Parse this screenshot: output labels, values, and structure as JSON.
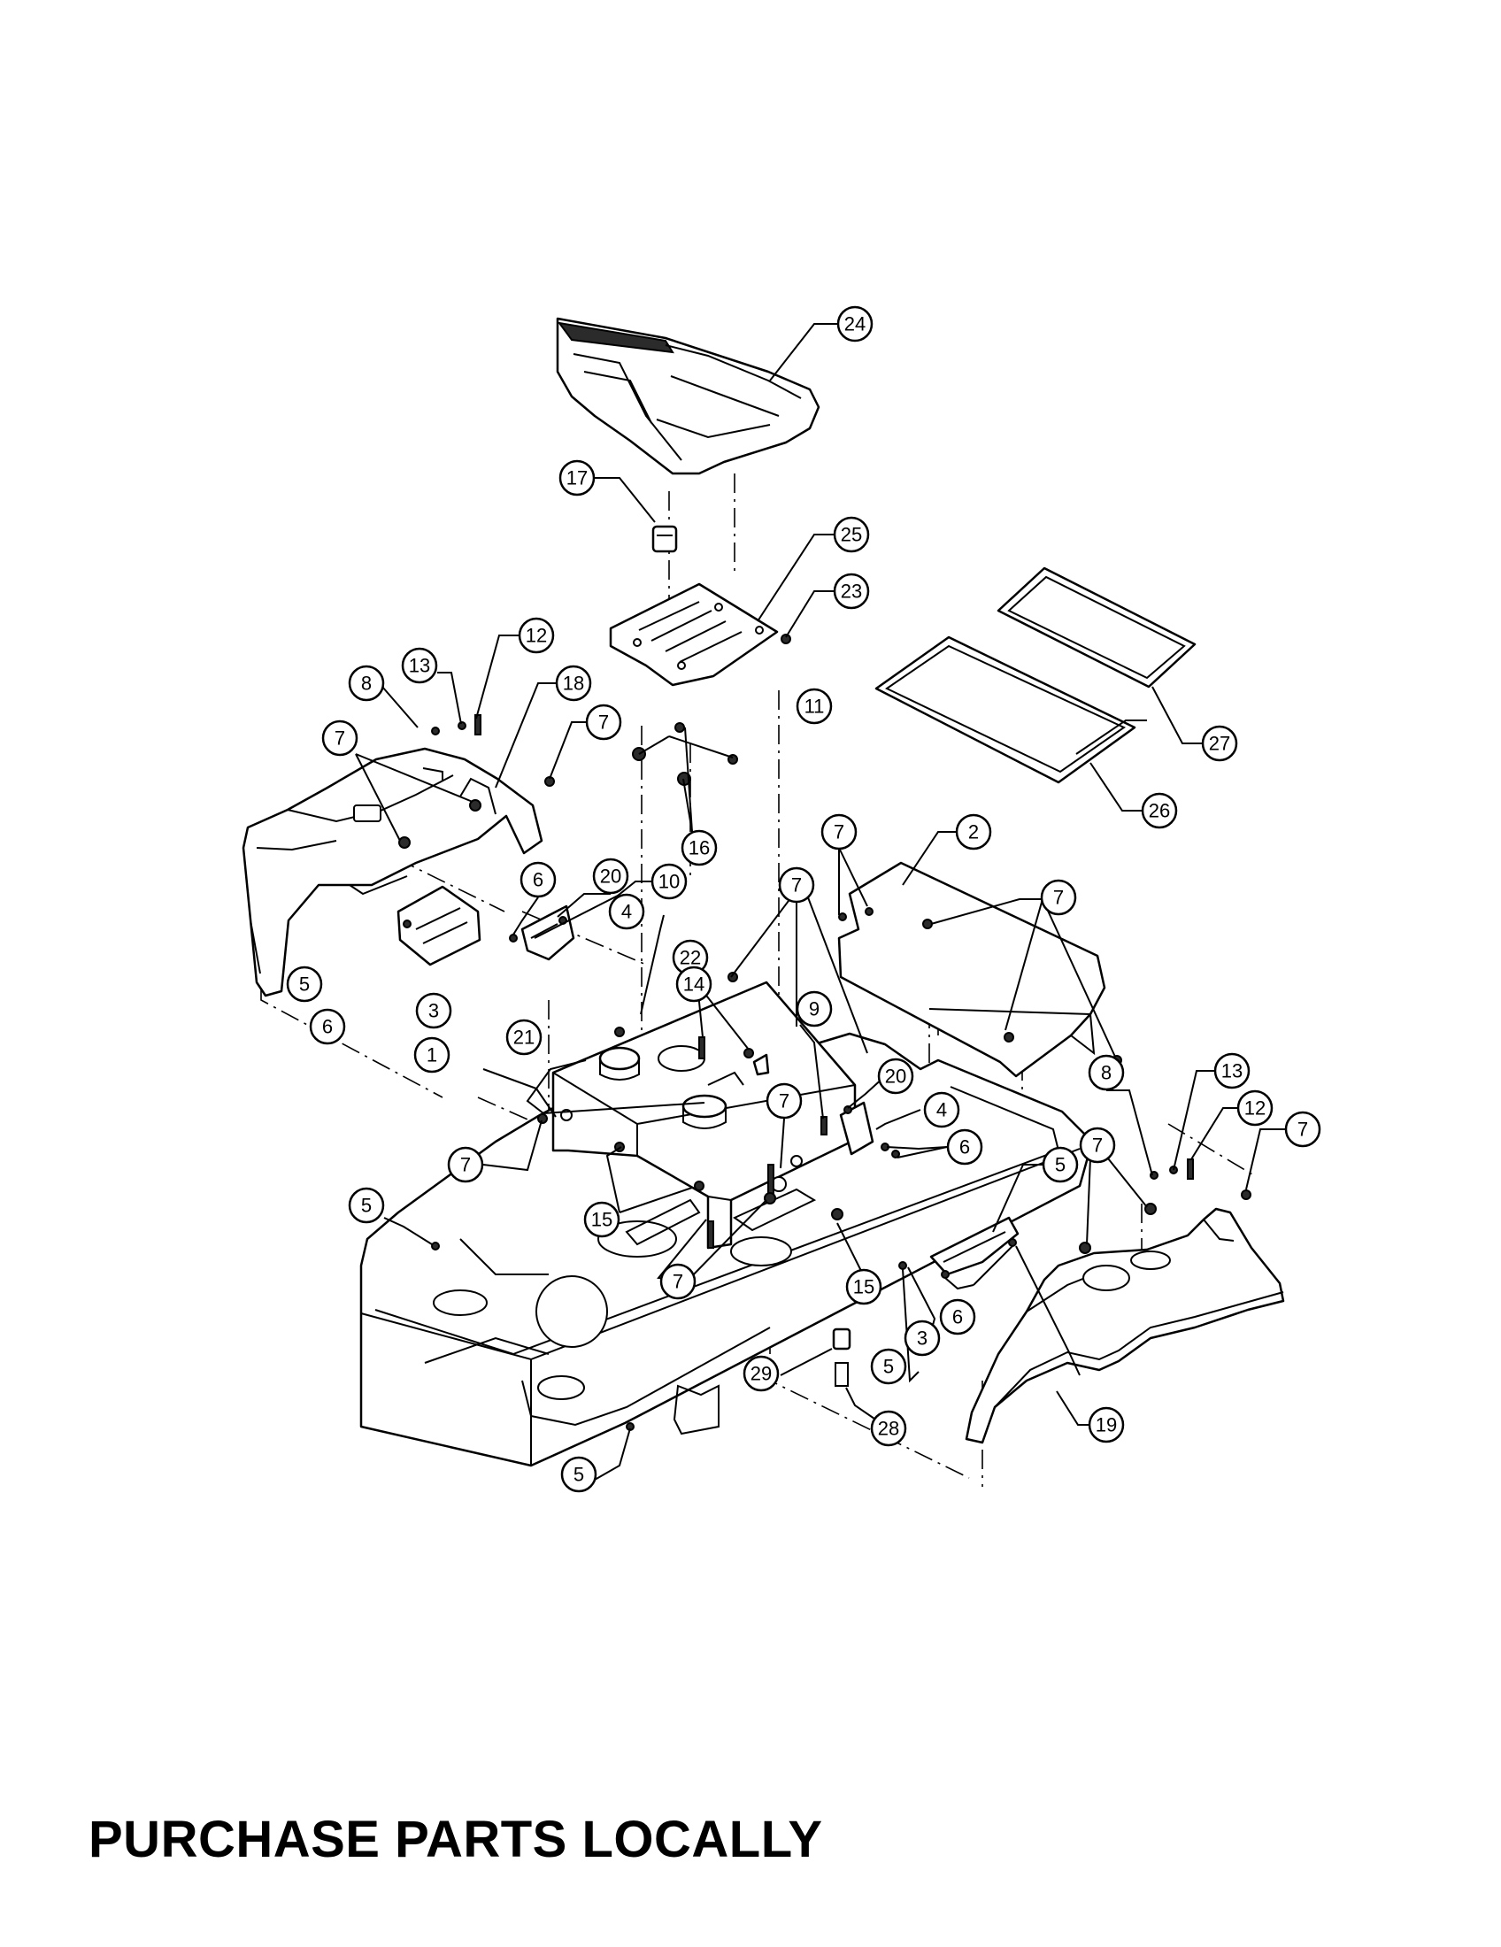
{
  "footer": {
    "title": "PURCHASE PARTS LOCALLY"
  },
  "callouts": [
    {
      "id": "c-24",
      "label": "24"
    },
    {
      "id": "c-17",
      "label": "17"
    },
    {
      "id": "c-25",
      "label": "25"
    },
    {
      "id": "c-23",
      "label": "23"
    },
    {
      "id": "c-27",
      "label": "27"
    },
    {
      "id": "c-26",
      "label": "26"
    },
    {
      "id": "c-12a",
      "label": "12"
    },
    {
      "id": "c-13a",
      "label": "13"
    },
    {
      "id": "c-8a",
      "label": "8"
    },
    {
      "id": "c-18",
      "label": "18"
    },
    {
      "id": "c-7a",
      "label": "7"
    },
    {
      "id": "c-7b",
      "label": "7"
    },
    {
      "id": "c-11",
      "label": "11"
    },
    {
      "id": "c-16",
      "label": "16"
    },
    {
      "id": "c-7c",
      "label": "7"
    },
    {
      "id": "c-2",
      "label": "2"
    },
    {
      "id": "c-6a",
      "label": "6"
    },
    {
      "id": "c-20a",
      "label": "20"
    },
    {
      "id": "c-10",
      "label": "10"
    },
    {
      "id": "c-4a",
      "label": "4"
    },
    {
      "id": "c-7d",
      "label": "7"
    },
    {
      "id": "c-7e",
      "label": "7"
    },
    {
      "id": "c-5a",
      "label": "5"
    },
    {
      "id": "c-22",
      "label": "22"
    },
    {
      "id": "c-14",
      "label": "14"
    },
    {
      "id": "c-3a",
      "label": "3"
    },
    {
      "id": "c-6b",
      "label": "6"
    },
    {
      "id": "c-9",
      "label": "9"
    },
    {
      "id": "c-21",
      "label": "21"
    },
    {
      "id": "c-1",
      "label": "1"
    },
    {
      "id": "c-20b",
      "label": "20"
    },
    {
      "id": "c-7f",
      "label": "7"
    },
    {
      "id": "c-4b",
      "label": "4"
    },
    {
      "id": "c-8b",
      "label": "8"
    },
    {
      "id": "c-13b",
      "label": "13"
    },
    {
      "id": "c-12b",
      "label": "12"
    },
    {
      "id": "c-7g",
      "label": "7"
    },
    {
      "id": "c-6c",
      "label": "6"
    },
    {
      "id": "c-7h",
      "label": "7"
    },
    {
      "id": "c-5b",
      "label": "5"
    },
    {
      "id": "c-7i",
      "label": "7"
    },
    {
      "id": "c-5c",
      "label": "5"
    },
    {
      "id": "c-15a",
      "label": "15"
    },
    {
      "id": "c-7j",
      "label": "7"
    },
    {
      "id": "c-15b",
      "label": "15"
    },
    {
      "id": "c-6d",
      "label": "6"
    },
    {
      "id": "c-3b",
      "label": "3"
    },
    {
      "id": "c-5d",
      "label": "5"
    },
    {
      "id": "c-29",
      "label": "29"
    },
    {
      "id": "c-28",
      "label": "28"
    },
    {
      "id": "c-19",
      "label": "19"
    },
    {
      "id": "c-5e",
      "label": "5"
    }
  ]
}
